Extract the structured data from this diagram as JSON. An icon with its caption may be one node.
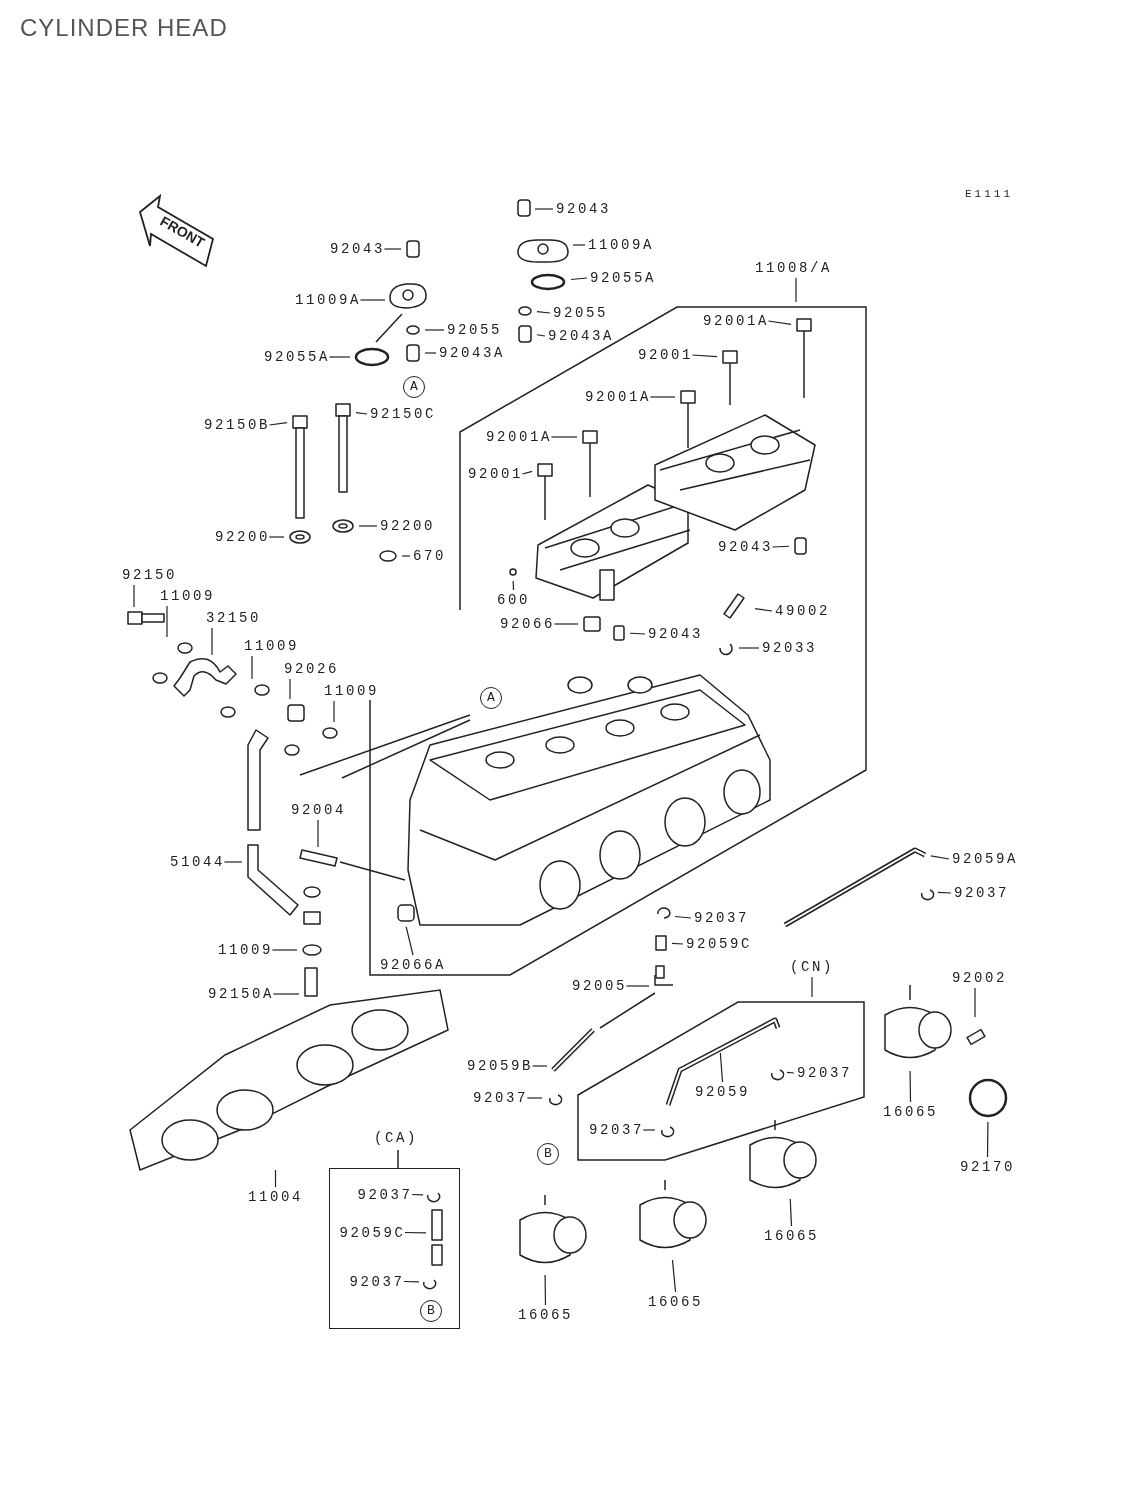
{
  "diagram": {
    "title": "CYLINDER HEAD",
    "nodes": [
      {
        "text": [
          "92043"
        ]
      },
      {
        "text": [
          "11009A"
        ]
      },
      {
        "text": [
          "92043"
        ]
      },
      {
        "text": [
          "11008/A"
        ]
      },
      {
        "text": [
          "92055A"
        ]
      },
      {
        "text": [
          "11009A"
        ]
      },
      {
        "text": [
          "92055"
        ]
      },
      {
        "text": [
          "92043A"
        ]
      },
      {
        "text": [
          "92055"
        ]
      },
      {
        "text": [
          "92001A"
        ]
      },
      {
        "text": [
          "92043A"
        ]
      },
      {
        "text": [
          "92055A"
        ]
      },
      {
        "text": [
          "92001"
        ]
      },
      {
        "text": [
          "92001A"
        ]
      },
      {
        "text": [
          "92150C"
        ]
      },
      {
        "text": [
          "92150B"
        ]
      },
      {
        "text": [
          "92001A"
        ]
      },
      {
        "text": [
          "92001"
        ]
      },
      {
        "text": [
          "92200"
        ]
      },
      {
        "text": [
          "92200"
        ]
      },
      {
        "text": [
          "92043"
        ]
      },
      {
        "text": [
          "670"
        ]
      },
      {
        "text": [
          "92150"
        ]
      },
      {
        "text": [
          "11009"
        ]
      },
      {
        "text": [
          "600"
        ]
      },
      {
        "text": [
          "49002"
        ]
      },
      {
        "text": [
          "32150"
        ]
      },
      {
        "text": [
          "92066"
        ]
      },
      {
        "text": [
          "92043"
        ]
      },
      {
        "text": [
          "11009"
        ]
      },
      {
        "text": [
          "92033"
        ]
      },
      {
        "text": [
          "92026"
        ]
      },
      {
        "text": [
          "11009"
        ]
      },
      {
        "text": [
          "92004"
        ]
      },
      {
        "text": [
          "92059A"
        ]
      },
      {
        "text": [
          "51044"
        ]
      },
      {
        "text": [
          "92037"
        ]
      },
      {
        "text": [
          "92037"
        ]
      },
      {
        "text": [
          "92059C"
        ]
      },
      {
        "text": [
          "11009"
        ]
      },
      {
        "text": [
          "92066A"
        ]
      },
      {
        "text": [
          "(CN)"
        ]
      },
      {
        "text": [
          "92002"
        ]
      },
      {
        "text": [
          "92005"
        ]
      },
      {
        "text": [
          "92150A"
        ]
      },
      {
        "text": [
          "92059B"
        ]
      },
      {
        "text": [
          "92037"
        ]
      },
      {
        "text": [
          "92059"
        ]
      },
      {
        "text": [
          "92037"
        ]
      },
      {
        "text": [
          "16065"
        ]
      },
      {
        "text": [
          "92037"
        ]
      },
      {
        "text": [
          "(CA)"
        ]
      },
      {
        "text": [
          "92170"
        ]
      },
      {
        "text": [
          "92037"
        ],
        "in": 51
      },
      {
        "text": [
          "11004"
        ]
      },
      {
        "text": [
          "92059C"
        ],
        "in": 51
      },
      {
        "text": [
          "16065"
        ]
      },
      {
        "text": [
          "92037"
        ],
        "in": 51
      },
      {
        "text": [
          "16065"
        ]
      },
      {
        "text": [
          "16065"
        ]
      },
      {
        "text": [],
        "shape": "picture"
      }
    ],
    "edges": [
      {
        "from": 0,
        "to": null,
        "arrow": "none"
      },
      {
        "from": 1,
        "to": null,
        "arrow": "none"
      },
      {
        "from": 2,
        "to": null,
        "arrow": "none"
      },
      {
        "from": 3,
        "to": null,
        "arrow": "none"
      },
      {
        "from": 4,
        "to": null,
        "arrow": "none"
      },
      {
        "from": 5,
        "to": null,
        "arrow": "none"
      },
      {
        "from": 6,
        "to": null,
        "arrow": "none"
      },
      {
        "from": 7,
        "to": null,
        "arrow": "none"
      },
      {
        "from": 8,
        "to": null,
        "arrow": "none"
      },
      {
        "from": 9,
        "to": null,
        "arrow": "none"
      },
      {
        "from": 10,
        "to": null,
        "arrow": "none"
      },
      {
        "from": 11,
        "to": null,
        "arrow": "none"
      },
      {
        "from": 12,
        "to": null,
        "arrow": "none"
      },
      {
        "from": 13,
        "to": null,
        "arrow": "none"
      },
      {
        "from": 14,
        "to": null,
        "arrow": "none"
      },
      {
        "from": 15,
        "to": null,
        "arrow": "none"
      },
      {
        "from": 16,
        "to": null,
        "arrow": "none"
      },
      {
        "from": 17,
        "to": null,
        "arrow": "none"
      },
      {
        "from": 18,
        "to": null,
        "arrow": "none"
      },
      {
        "from": 19,
        "to": null,
        "arrow": "none"
      },
      {
        "from": 20,
        "to": null,
        "arrow": "none"
      },
      {
        "from": 21,
        "to": null,
        "arrow": "none"
      },
      {
        "from": 22,
        "to": null,
        "arrow": "none"
      },
      {
        "from": 23,
        "to": null,
        "arrow": "none"
      },
      {
        "from": 24,
        "to": null,
        "arrow": "none"
      },
      {
        "from": 25,
        "to": null,
        "arrow": "none"
      },
      {
        "from": 26,
        "to": null,
        "arrow": "none"
      },
      {
        "from": 27,
        "to": null,
        "arrow": "none"
      },
      {
        "from": 28,
        "to": null,
        "arrow": "none"
      },
      {
        "from": 29,
        "to": null,
        "arrow": "none"
      },
      {
        "from": 30,
        "to": null,
        "arrow": "none"
      },
      {
        "from": 31,
        "to": null,
        "arrow": "none"
      },
      {
        "from": 32,
        "to": null,
        "arrow": "none"
      },
      {
        "from": 33,
        "to": null,
        "arrow": "none"
      },
      {
        "from": 34,
        "to": null,
        "arrow": "none"
      },
      {
        "from": 35,
        "to": null,
        "arrow": "none"
      },
      {
        "from": 36,
        "to": null,
        "arrow": "none"
      },
      {
        "from": 37,
        "to": null,
        "arrow": "none"
      },
      {
        "from": 38,
        "to": null,
        "arrow": "none"
      },
      {
        "from": 39,
        "to": null,
        "arrow": "none"
      },
      {
        "from": 40,
        "to": null,
        "arrow": "none"
      },
      {
        "from": 41,
        "to": null,
        "arrow": "none"
      },
      {
        "from": 42,
        "to": null,
        "arrow": "none"
      },
      {
        "from": 43,
        "to": null,
        "arrow": "none"
      },
      {
        "from": 44,
        "to": null,
        "arrow": "none"
      },
      {
        "from": 45,
        "to": null,
        "arrow": "none"
      },
      {
        "from": 46,
        "to": null,
        "arrow": "none"
      },
      {
        "from": 47,
        "to": null,
        "arrow": "none"
      },
      {
        "from": 48,
        "to": null,
        "arrow": "none"
      },
      {
        "from": 49,
        "to": null,
        "arrow": "none"
      },
      {
        "from": 50,
        "to": null,
        "arrow": "none"
      },
      {
        "from": 52,
        "to": null,
        "arrow": "none"
      },
      {
        "from": 53,
        "to": null,
        "arrow": "none"
      },
      {
        "from": 54,
        "to": 60,
        "arrow": "none"
      },
      {
        "from": 55,
        "to": null,
        "arrow": "none"
      },
      {
        "from": 56,
        "to": null,
        "arrow": "none"
      },
      {
        "from": 57,
        "to": null,
        "arrow": "none"
      },
      {
        "from": 58,
        "to": null,
        "arrow": "none"
      },
      {
        "from": 59,
        "to": null,
        "arrow": "none"
      }
    ],
    "labels": [
      "E1111",
      "FRONT",
      "A",
      "A",
      "B",
      "B"
    ]
  }
}
